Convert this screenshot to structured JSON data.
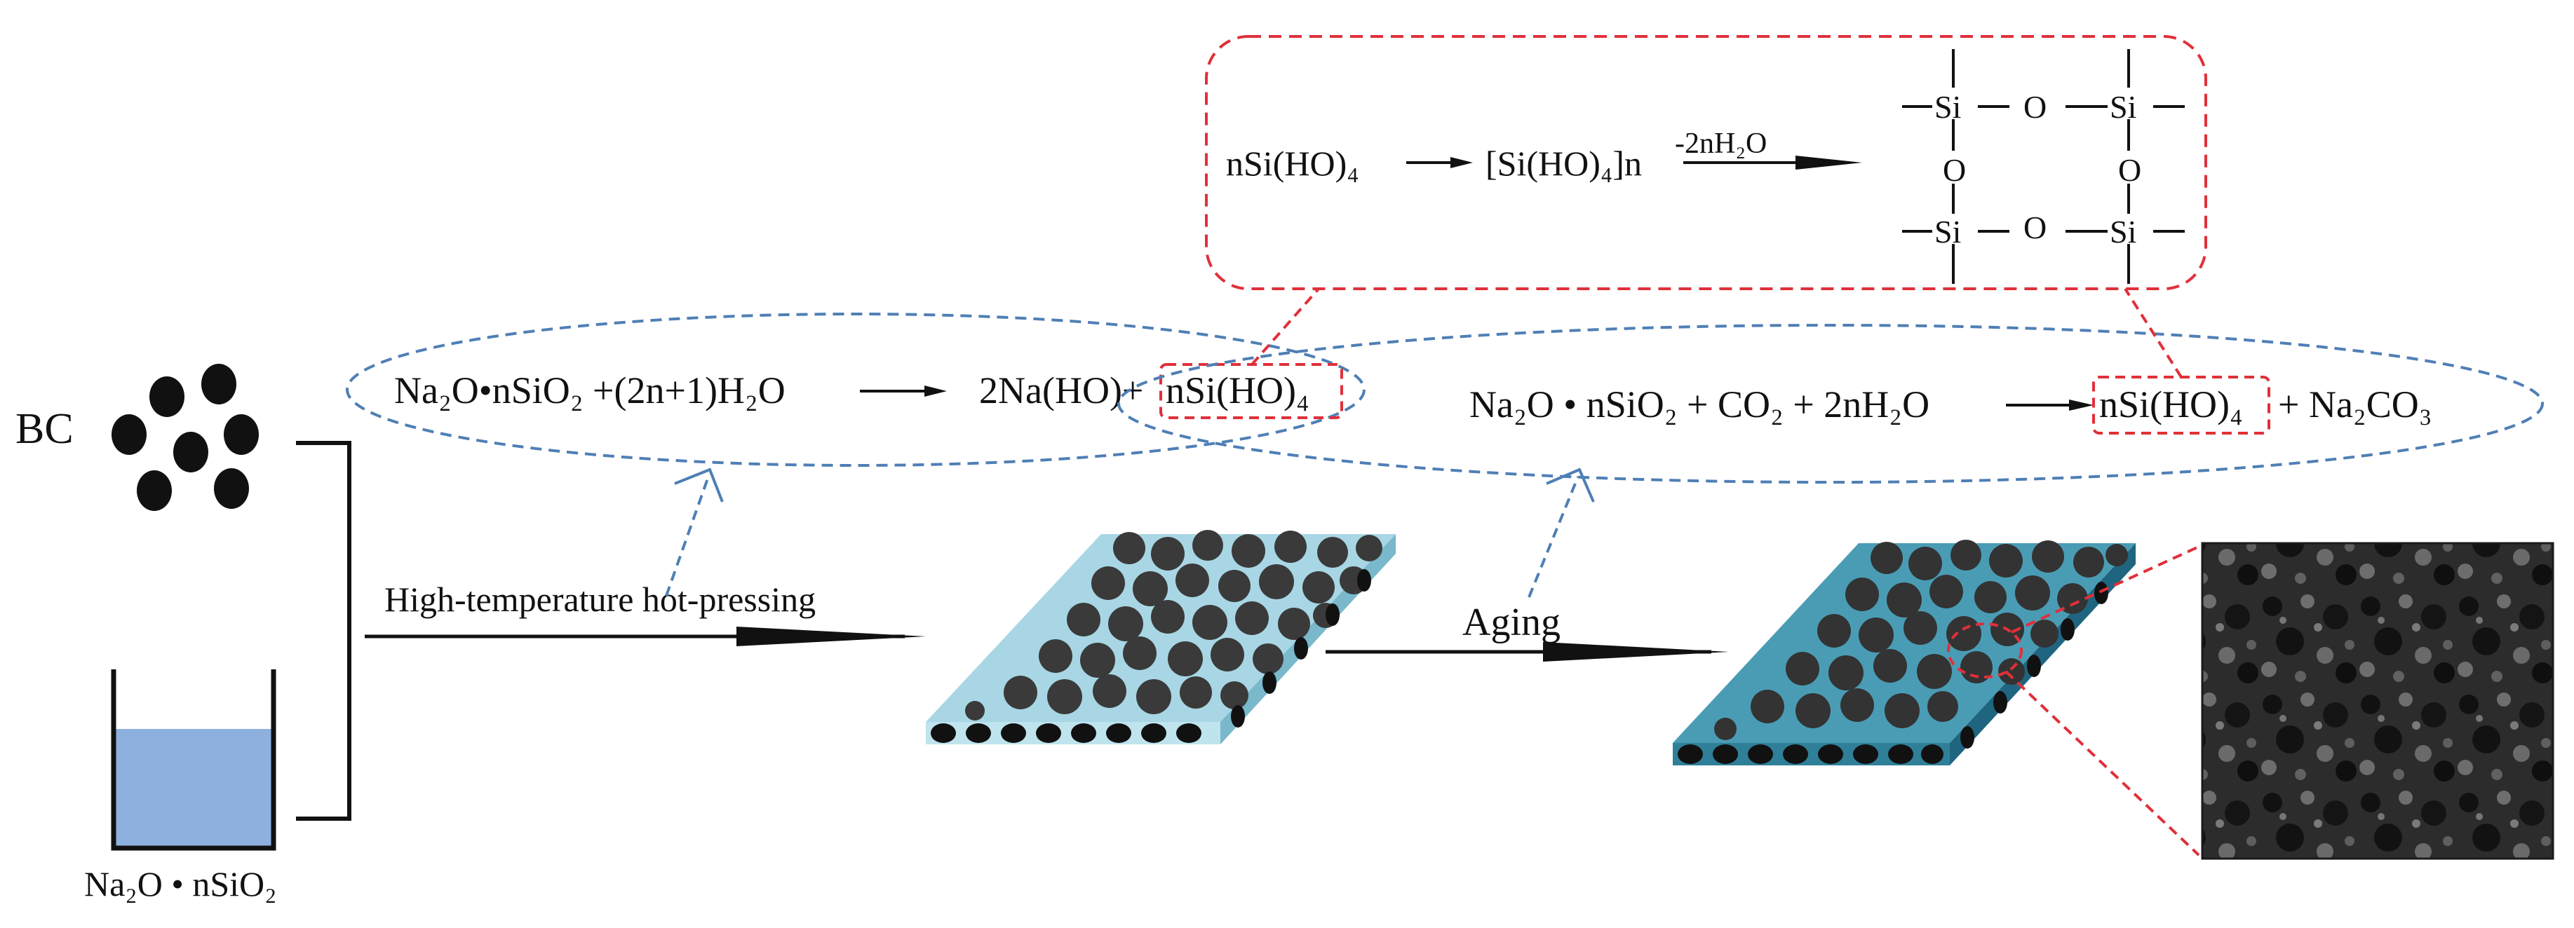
{
  "colors": {
    "ink": "#111111",
    "water": "#8eb0de",
    "water_dark": "#2f5f92",
    "slab_light": "#a8d6e4",
    "slab_dark": "#3b8ea8",
    "particle": "#3a3a3a",
    "red_dash": "#e0303a",
    "blue_dash": "#4f7fb5",
    "sem": "#2c2c2c"
  },
  "labels": {
    "bc": "BC",
    "silicate": "Na₂O • nSiO₂",
    "hot_pressing": "High-temperature hot-pressing",
    "aging": "Aging"
  },
  "equations": {
    "hydrolysis_left": "Na₂O•nSiO₂ +(2n+1)H₂O",
    "hydrolysis_right": "2Na(HO)+",
    "hydrolysis_product": "nSi(HO)₄",
    "carbonation_left": "Na₂O • nSiO₂ + CO₂ + 2nH₂O",
    "carbonation_product": "nSi(HO)₄",
    "carbonation_right": "+ Na₂CO₃",
    "polymer_start": "nSi(HO)₄",
    "polymer_mid": "[Si(HO)₄]n",
    "polymer_condition": "-2nH₂O"
  },
  "network": {
    "si": "Si",
    "o": "O"
  },
  "icons": {
    "slab_1": "biochar-composite-slab",
    "slab_2": "aged-composite-slab",
    "sem": "porous-microstructure-image"
  }
}
